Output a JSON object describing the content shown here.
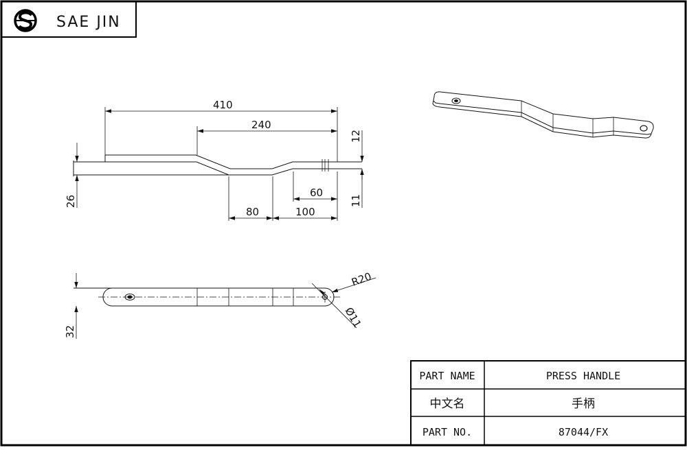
{
  "company": {
    "name": "SAE JIN",
    "logo_icon": "saejin-logo-icon"
  },
  "dimensions": {
    "length_overall": "410",
    "length_offset": "240",
    "thickness_left": "12",
    "height_total": "26",
    "thickness_right": "11",
    "length_end": "60",
    "length_bend": "80",
    "length_tail": "100",
    "width": "32",
    "radius": "R20",
    "hole_dia": "Ø11"
  },
  "title_block": {
    "rows": [
      {
        "label": "PART NAME",
        "value": "PRESS HANDLE"
      },
      {
        "label": "中文名",
        "value": "手柄"
      },
      {
        "label": "PART NO.",
        "value": "87044/FX"
      }
    ]
  }
}
